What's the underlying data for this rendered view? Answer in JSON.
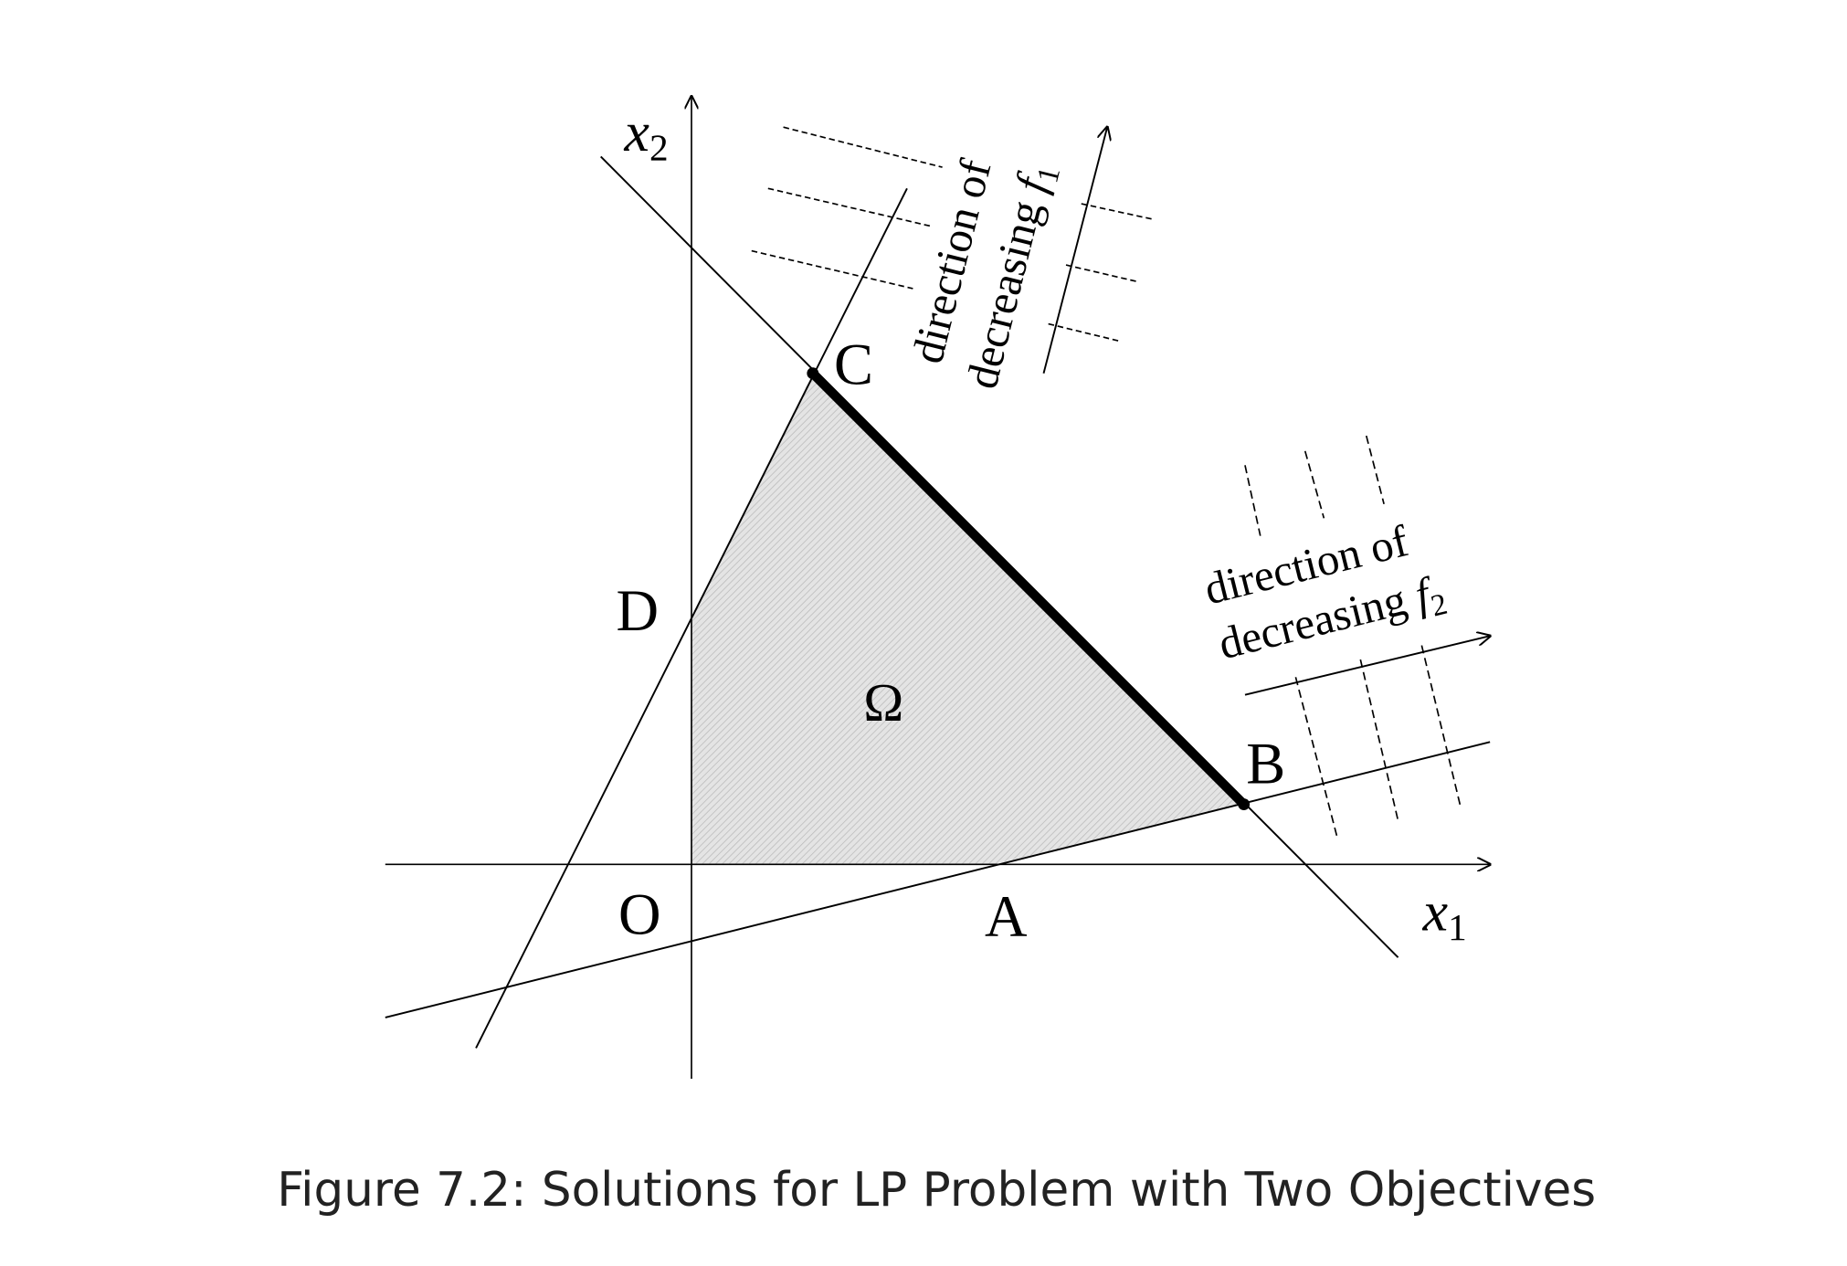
{
  "figure": {
    "caption": "Figure 7.2: Solutions for LP Problem with Two Objectives",
    "axes": {
      "x_label": "x",
      "x_sub": "1",
      "y_label": "x",
      "y_sub": "2"
    },
    "points": {
      "O": "O",
      "A": "A",
      "B": "B",
      "C": "C",
      "D": "D"
    },
    "region_label": "Ω",
    "f1_direction": {
      "line1": "direction of",
      "line2": "decreasing ",
      "f": "f",
      "sub": "1"
    },
    "f2_direction": {
      "line1": "direction of",
      "line2": "decreasing ",
      "f": "f",
      "sub": "2"
    },
    "colors": {
      "region_fill": "#d9d9d9",
      "ink": "#000000"
    }
  }
}
